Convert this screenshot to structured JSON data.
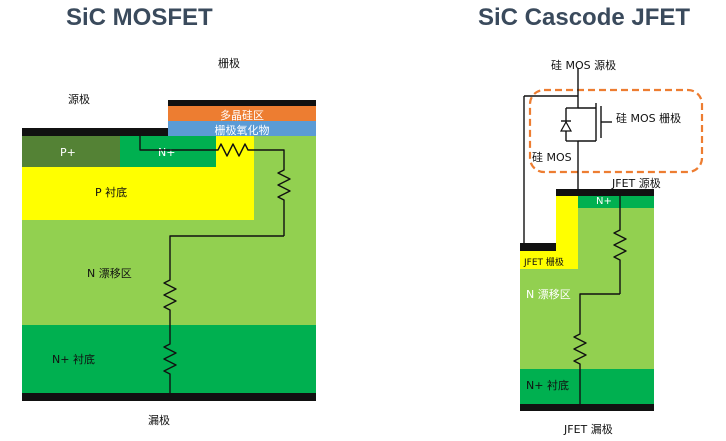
{
  "left": {
    "title": "SiC MOSFET",
    "gate": "栅极",
    "source": "源极",
    "poly": "多晶硅区",
    "oxide": "栅极氧化物",
    "p_plus": "P+",
    "n_plus": "N+",
    "p_sub": "P 衬底",
    "n_drift": "N 漂移区",
    "n_plus_sub": "N+ 衬底",
    "drain": "漏极"
  },
  "right": {
    "title": "SiC Cascode JFET",
    "si_mos_source": "硅 MOS 源极",
    "si_mos_gate": "硅 MOS 栅极",
    "si_mos": "硅 MOS",
    "jfet_source": "JFET 源极",
    "n_plus": "N+",
    "jfet_gate": "JFET 栅极",
    "n_drift": "N 漂移区",
    "n_plus_sub": "N+ 衬底",
    "jfet_drain": "JFET 漏极"
  },
  "colors": {
    "drift": "#92d050",
    "n_plus": "#00b050",
    "p_plus": "#548235",
    "p_sub": "#ffff00",
    "poly": "#ed7d31",
    "oxide": "#5b9bd5",
    "metal": "#111111",
    "dashed_box": "#ed7d31"
  }
}
